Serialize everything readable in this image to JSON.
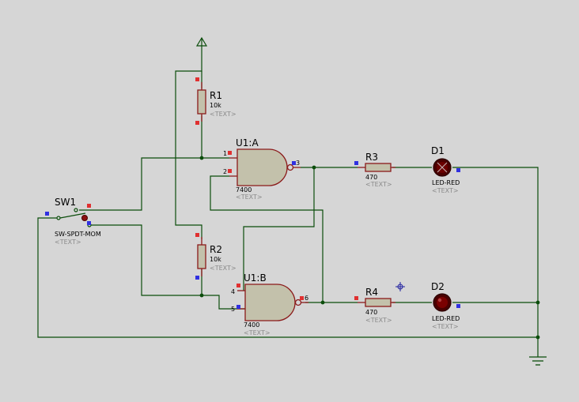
{
  "components": {
    "r1": {
      "ref": "R1",
      "value": "10k",
      "text": "<TEXT>"
    },
    "r2": {
      "ref": "R2",
      "value": "10k",
      "text": "<TEXT>"
    },
    "r3": {
      "ref": "R3",
      "value": "470",
      "text": "<TEXT>"
    },
    "r4": {
      "ref": "R4",
      "value": "470",
      "text": "<TEXT>"
    },
    "u1a": {
      "ref": "U1:A",
      "value": "7400",
      "text": "<TEXT>",
      "pins": [
        "1",
        "2",
        "3"
      ]
    },
    "u1b": {
      "ref": "U1:B",
      "value": "7400",
      "text": "<TEXT>",
      "pins": [
        "4",
        "5",
        "6"
      ]
    },
    "d1": {
      "ref": "D1",
      "value": "LED-RED",
      "text": "<TEXT>"
    },
    "d2": {
      "ref": "D2",
      "value": "LED-RED",
      "text": "<TEXT>"
    },
    "sw1": {
      "ref": "SW1",
      "value": "SW-SPDT-MOM",
      "text": "<TEXT>"
    }
  },
  "colors": {
    "background": "#d6d6d6",
    "wire": "#0b4d0b",
    "component_outline": "#8b1a1a",
    "component_fill": "#c3c1ab",
    "pin_marker_red": "#e03030",
    "pin_marker_blue": "#3030e0",
    "led_body": "#6b0000"
  },
  "icons": {
    "power": "power-terminal-icon",
    "ground": "ground-terminal-icon",
    "cursor": "crosshair-cursor-icon"
  }
}
